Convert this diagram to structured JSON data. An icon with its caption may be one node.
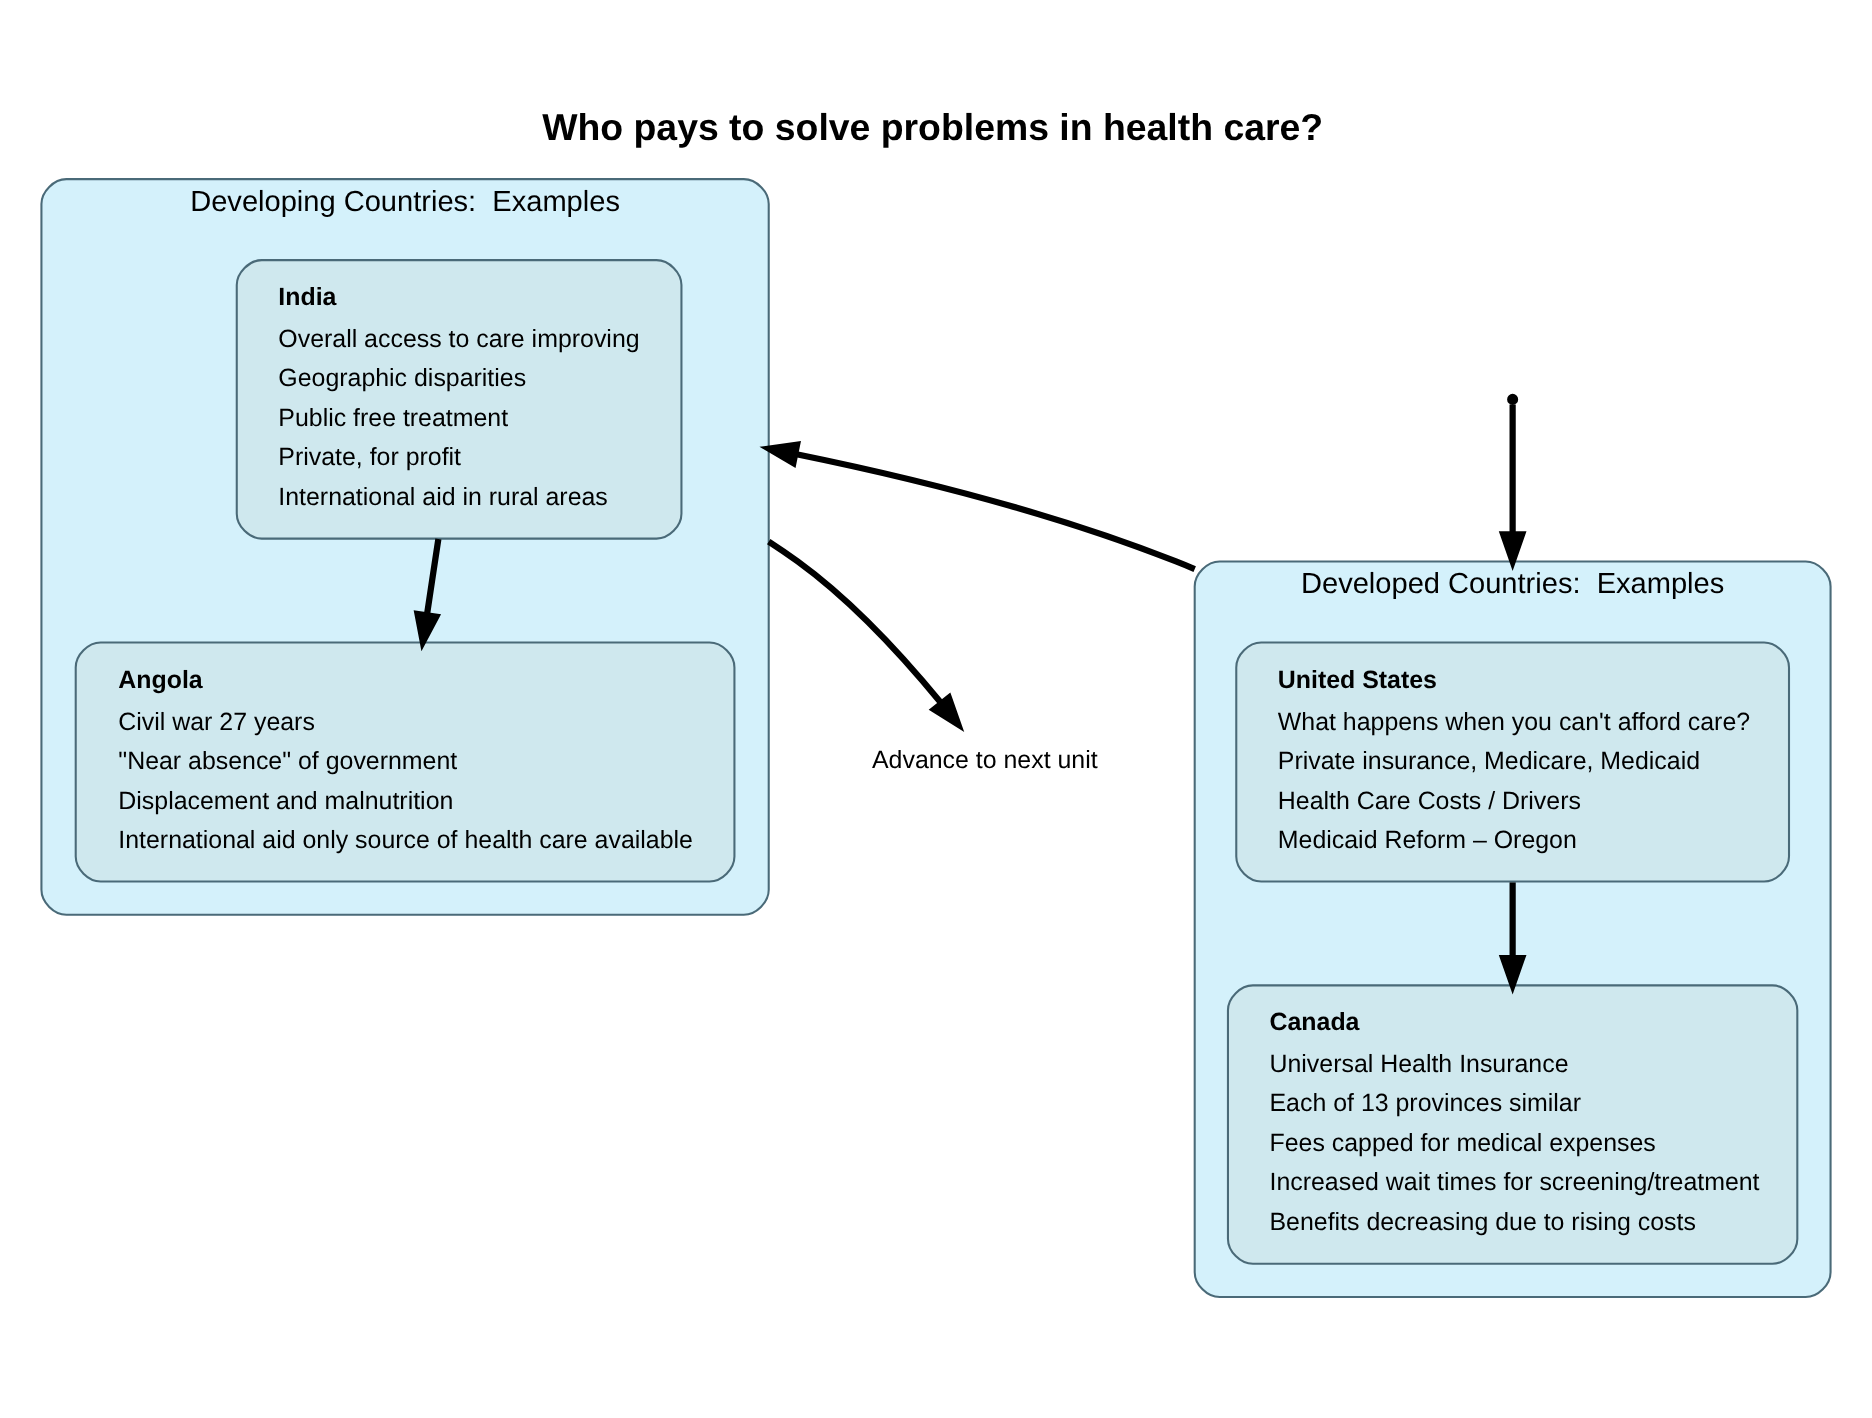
{
  "diagram": {
    "title": "Who pays to solve problems in health care?",
    "nodes": [
      {
        "text": [
          "Developed Countries:  Examples"
        ]
      },
      {
        "text": [
          "United States",
          "What happens when you can't afford care?",
          "Private insurance, Medicare, Medicaid",
          "Health Care Costs / Drivers",
          "Medicaid Reform – Oregon"
        ],
        "in": 0
      },
      {
        "text": [
          "Canada",
          "Universal Health Insurance",
          "Each of 13 provinces similar",
          "Fees capped for medical expenses",
          "Increased wait times for screening/treatment",
          "Benefits decreasing due to rising costs"
        ],
        "in": 0
      },
      {
        "text": [
          "Developing Countries:  Examples"
        ]
      },
      {
        "text": [
          "India",
          "Overall access to care improving",
          "Geographic disparities",
          "Public free treatment",
          "Private, for profit",
          "International aid in rural areas"
        ],
        "in": 3
      },
      {
        "text": [
          "Angola",
          "Civil war 27 years",
          "\"Near absence\" of government",
          "Displacement and malnutrition",
          "International aid only source of health care available"
        ],
        "in": 3
      },
      {
        "text": [
          "Advance to next unit"
        ]
      }
    ],
    "edges": [
      {
        "from": null,
        "to": 0,
        "arrow": "to"
      },
      {
        "from": 1,
        "to": 2,
        "arrow": "to"
      },
      {
        "from": 0,
        "to": 3,
        "arrow": "to"
      },
      {
        "from": 4,
        "to": 5,
        "arrow": "to"
      },
      {
        "from": 3,
        "to": 6,
        "arrow": "to"
      }
    ]
  }
}
